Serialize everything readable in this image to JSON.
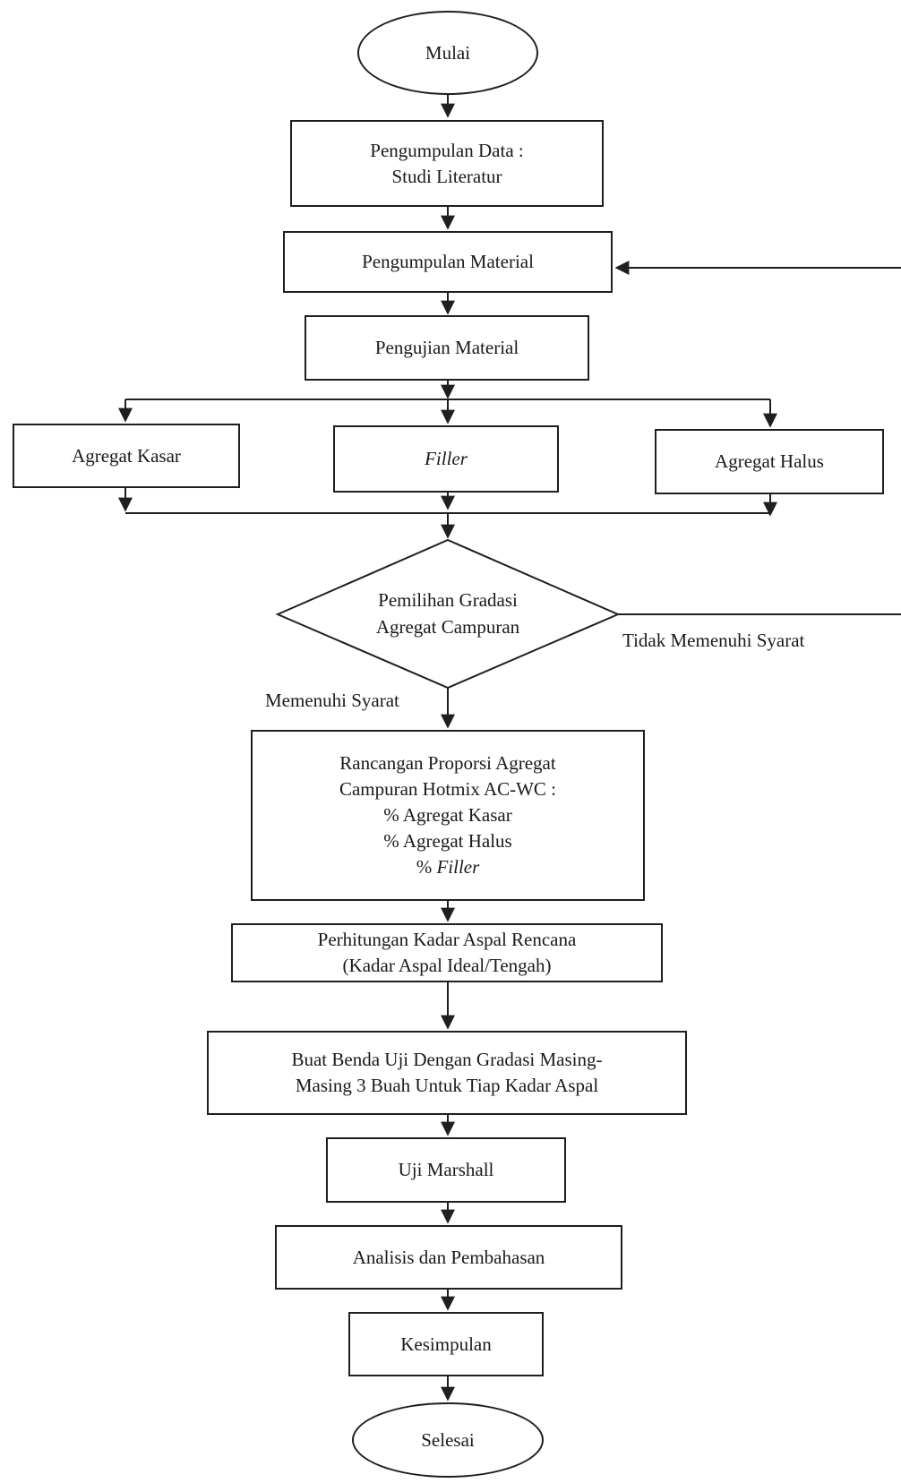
{
  "flow": {
    "start": "Mulai",
    "data_collection": {
      "line1": "Pengumpulan Data :",
      "line2": "Studi Literatur"
    },
    "material_collection": "Pengumpulan Material",
    "material_testing": "Pengujian Material",
    "coarse_aggregate": "Agregat Kasar",
    "filler": "Filler",
    "fine_aggregate": "Agregat Halus",
    "gradation_decision": {
      "line1": "Pemilihan Gradasi",
      "line2": "Agregat Campuran"
    },
    "fail_label": "Tidak Memenuhi Syarat",
    "pass_label": "Memenuhi Syarat",
    "proportion_design": {
      "line1": "Rancangan Proporsi Agregat",
      "line2": "Campuran Hotmix AC-WC :",
      "line3": "% Agregat Kasar",
      "line4": "% Agregat Halus",
      "line5_prefix": "% ",
      "line5_italic": "Filler"
    },
    "asphalt_calc": {
      "line1": "Perhitungan Kadar Aspal Rencana",
      "line2": "(Kadar Aspal Ideal/Tengah)"
    },
    "specimens": {
      "line1": "Buat Benda Uji Dengan Gradasi Masing-",
      "line2": "Masing 3 Buah Untuk Tiap Kadar Aspal"
    },
    "marshall_test": "Uji Marshall",
    "analysis": "Analisis dan Pembahasan",
    "conclusion": "Kesimpulan",
    "end": "Selesai"
  }
}
